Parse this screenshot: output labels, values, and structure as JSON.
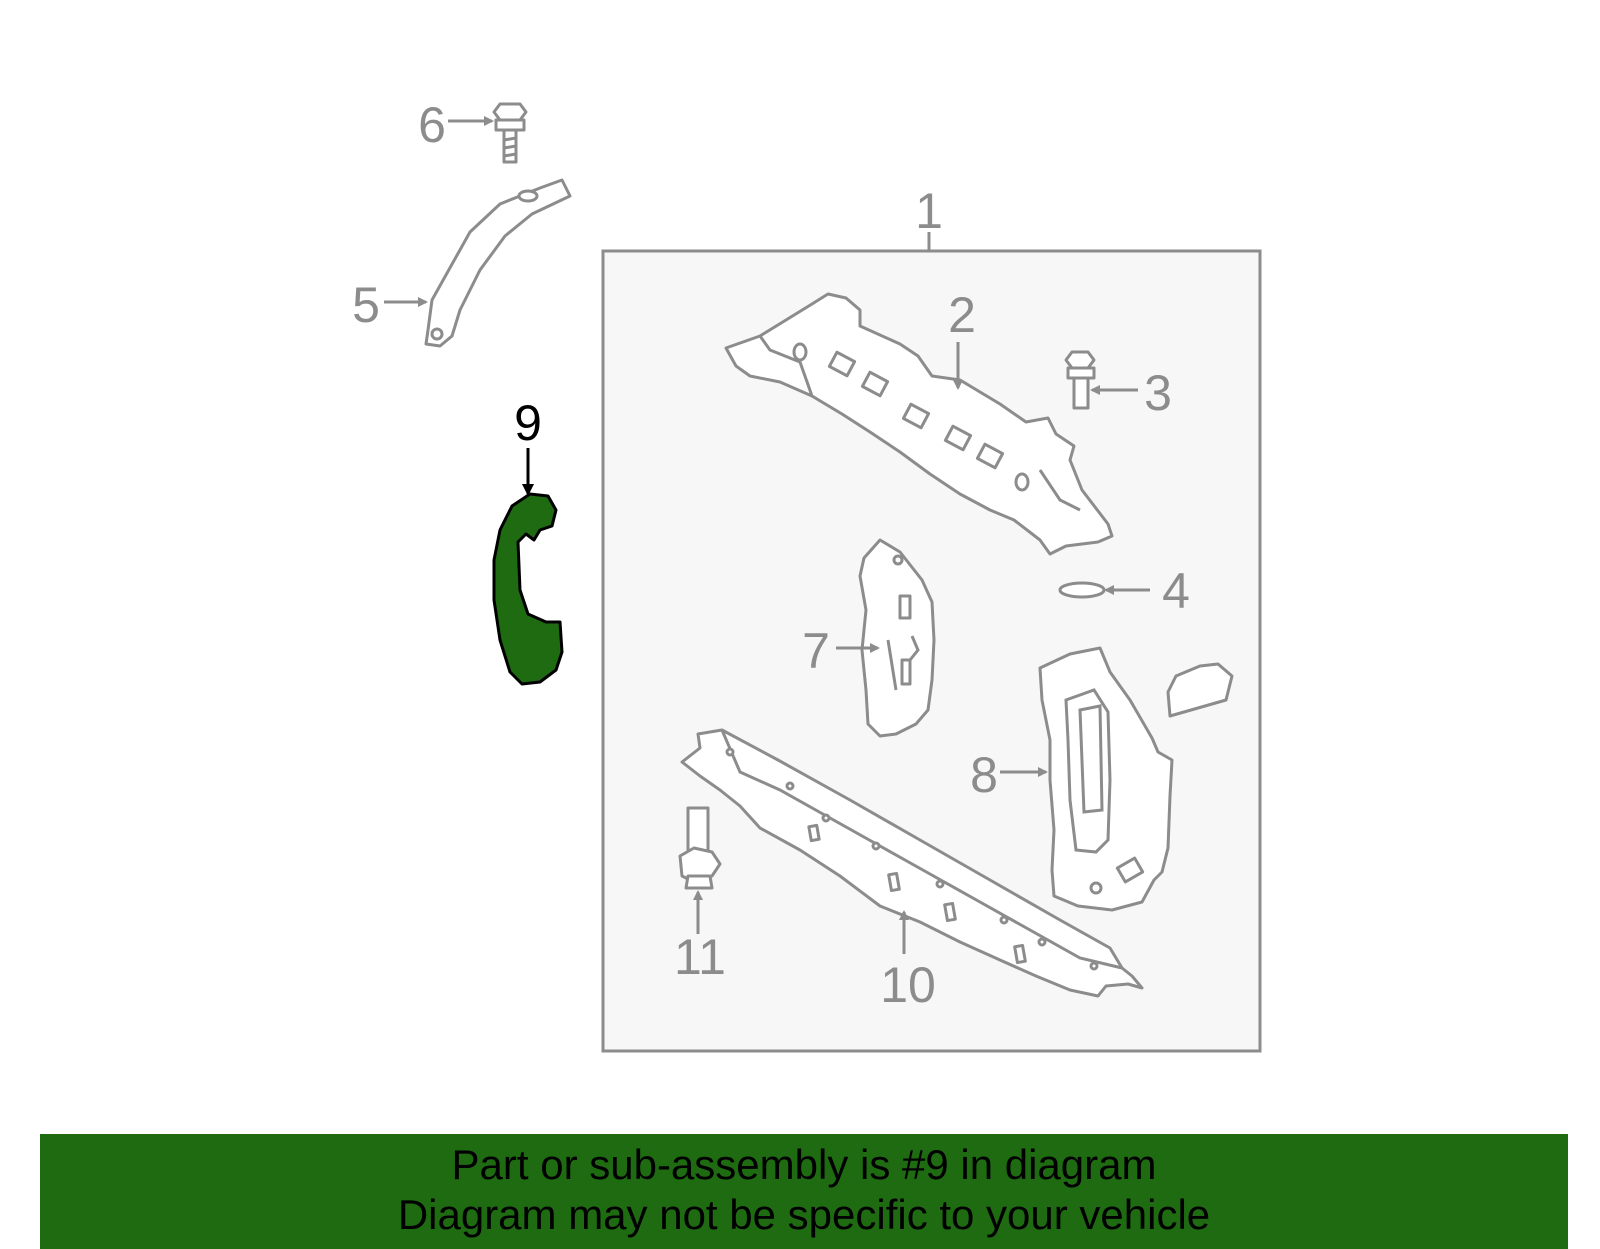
{
  "callouts": {
    "c1": "1",
    "c2": "2",
    "c3": "3",
    "c4": "4",
    "c5": "5",
    "c6": "6",
    "c7": "7",
    "c8": "8",
    "c9": "9",
    "c10": "10",
    "c11": "11"
  },
  "highlight": {
    "part_number": "9",
    "fill_color": "#1e6b12",
    "outline_color": "#000000"
  },
  "colors": {
    "line_art": "#8c8c8c",
    "assembly_box_fill": "#f7f7f7",
    "banner_bg": "#1e6b12"
  },
  "banner": {
    "line1": "Part or sub-assembly is #9 in diagram",
    "line2": "Diagram may not be specific to your vehicle"
  }
}
